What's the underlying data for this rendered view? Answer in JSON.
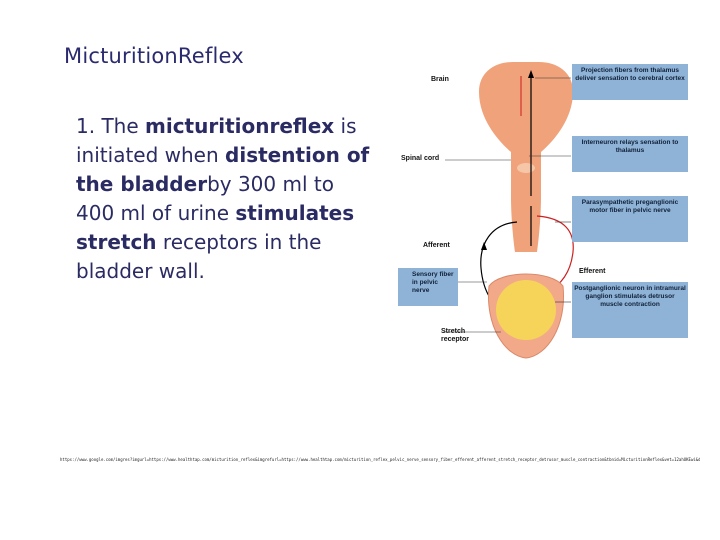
{
  "slide": {
    "title": "MicturitionReflex",
    "body": {
      "p1": "1. The ",
      "b1": "micturitionreflex",
      "p2": " is initiated when ",
      "b2": "distention of the bladder",
      "p3": "by 300 ml to 400 ml of urine ",
      "b3": "stimulates stretch",
      "p4": " receptors in the bladder wall."
    }
  },
  "diagram": {
    "labels": {
      "brain": "Brain",
      "spinal_cord": "Spinal cord",
      "afferent": "Afferent",
      "efferent": "Efferent",
      "stretch_receptor": "Stretch receptor"
    },
    "callouts": {
      "projection": "Projection fibers from thalamus deliver sensation to cerebral cortex",
      "interneuron": "Interneuron relays sensation to thalamus",
      "parasympathetic": "Parasympathetic preganglionic motor fiber in pelvic nerve",
      "sensory": "Sensory fiber in pelvic nerve",
      "postganglionic": "Postganglionic neuron in intramural ganglion stimulates detrusor muscle contraction"
    },
    "colors": {
      "neural_tissue": "#f0a27a",
      "bladder_wall": "#f2a98a",
      "urine": "#f6d45a",
      "callout_box": "#8fb3d6",
      "afferent_path": "#000000",
      "efferent_path": "#cc1f1f"
    }
  },
  "footer": {
    "url": "https://www.google.com/imgres?imgurl=https://www.healthtap.com/micturition_reflex&imgrefurl=https://www.healthtap.com/micturition_reflex_pelvic_nerve_sensory_fiber_efferent_afferent_stretch_receptor_detrusor_muscle_contraction&tbnid=MicturitionReflex&vet=12ahUKEwi&docid=bladder&w=720&h=540&q=micturition+reflex+diagram&hl=en&ved=2ahUKEwi"
  }
}
